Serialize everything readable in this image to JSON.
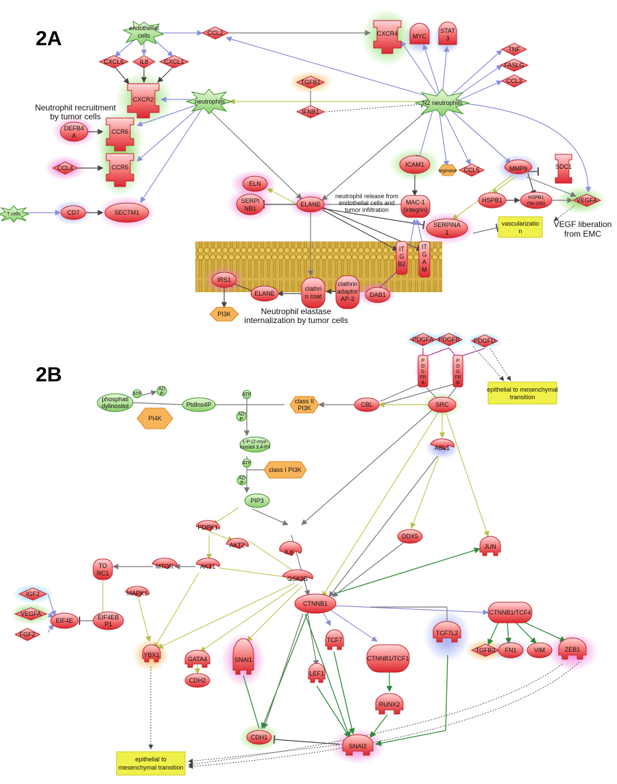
{
  "panels": {
    "a": "2A",
    "b": "2B"
  },
  "annotations": {
    "recruit_l1": "Neutrophil recruitment",
    "recruit_l2": "by tumor cells",
    "release_l1": "neutrophil release from",
    "release_l2": "endothelial cells and",
    "release_l3": "tumor infiltration",
    "vegf_l1": "VEGF liberation",
    "vegf_l2": "from EMC",
    "elastase_l1": "Neutrophil elastase",
    "elastase_l2": "internalization by tumor cells"
  },
  "nodes_a": {
    "endothelial_1": "endothelial",
    "endothelial_2": "cells",
    "ccl2": "CCL2",
    "cxcr4": "CXCR4",
    "myc": "MYC",
    "stat3_1": "STAT",
    "stat3_2": "3",
    "tnf": "TNF",
    "faslg": "FASLG",
    "ccl3": "CCL3",
    "cxcl6": "CXCL6",
    "il8": "IL8",
    "cxcl1": "CXCL1",
    "cxcr2": "CXCR2",
    "neutrophils": "neutrophils",
    "tgfb1": "TGFB1",
    "ifnb1": "IFNB1",
    "n2": "N2 neutrophils",
    "defb4_1": "DEFB4",
    "defb4_2": "A",
    "ccr6": "CCR6",
    "ccl4": "CCL4",
    "ccr5": "CCR5",
    "tcells": "T cells",
    "cd7": "CD7",
    "sectm1": "SECTM1",
    "eln": "ELN",
    "serpinb1_1": "SERPI",
    "serpinb1_2": "NB1",
    "elane": "ELANE",
    "icam1": "ICAM1",
    "mac1_1": "MAC-1",
    "mac1_2": "(integrin)",
    "arginase": "arginase",
    "ccl5": "CCL5",
    "mmp9": "MMP9",
    "sdc1": "SDC1",
    "hspb1": "HSPB1",
    "hspb1b_1": "HSPB1",
    "hspb1b_2": "(59-205)",
    "vegfa": "VEGFA",
    "serpina1_1": "SERPINA",
    "serpina1_2": "1",
    "vasc_1": "vascularizatio",
    "vasc_2": "n",
    "itgb2_1": "IT",
    "itgb2_2": "G",
    "itgb2_3": "B2",
    "itgam_1": "IT",
    "itgam_2": "G",
    "itgam_3": "A",
    "itgam_4": "M",
    "irs1": "IRS1",
    "elane2": "ELANE",
    "clathrin_1": "clathri",
    "clathrin_2": "n coat",
    "adaptor_1": "clathrin",
    "adaptor_2": "adaptor",
    "adaptor_3": "AP-2",
    "dab1": "DAB1",
    "pi3k": "PI3K"
  },
  "nodes_b": {
    "pdgfa": "PDGFA",
    "pdgfb": "PDGFB",
    "pdgfd": "PDGFD",
    "pdgfra_1": "P",
    "pdgfra_2": "D",
    "pdgfra_3": "G",
    "pdgfra_4": "FR",
    "pdgfra_5": "A",
    "pdgfrb_1": "P",
    "pdgfrb_2": "D",
    "pdgfrb_3": "G",
    "pdgfrb_4": "FR",
    "pdgfrb_5": "B",
    "emt_top_1": "epithelial to mesenchymal",
    "emt_top_2": "transition",
    "phos_1": "phosphati",
    "phos_2": "dylinositol",
    "atp1": "ATP",
    "adp1_1": "AD",
    "adp1_2": "P",
    "pi4k": "PI4K",
    "ptdins4p": "PtdIns4P",
    "atp2": "ATP",
    "adp2_1": "AD",
    "adp2_2": "P",
    "class2_1": "class II",
    "class2_2": "PI3K",
    "cbl": "CBL",
    "src": "SRC",
    "ins_1": "1-P-(2-myo-",
    "ins_2": "inositol 3,4-P3",
    "atp3": "ATP",
    "adp3_1": "AD",
    "adp3_2": "P",
    "class1": "class I PI3K",
    "pip3": "PIP3",
    "abl1": "ABL1",
    "pdpk1": "PDPK1",
    "akt2": "AKT2",
    "ilk": "ILK",
    "ddx5": "DDX5",
    "jun": "JUN",
    "torc1_1": "TO",
    "torc1_2": "RC1",
    "mtor": "MTOR",
    "akt1": "AKT1",
    "gsk3b": "GSK3B",
    "igf2": "IGF2",
    "mapk1": "MAPK1",
    "vegfa": "VEGFA",
    "eif4e": "EIF4E",
    "eif4ebp1_1": "EIF4EB",
    "eif4ebp1_2": "P1",
    "fgf2": "FGF2",
    "ctnnb1": "CTNNB1",
    "ctnnb1tcf4": "CTNNB1/TCF4",
    "tcf7l2": "TCF7L2",
    "ybx1": "YBX1",
    "gata4": "GATA4",
    "snai1": "SNAI1",
    "tcf7": "TCF7",
    "ctnnb1tcf1": "CTNNB1/TCF1",
    "lef1": "LEF1",
    "tgfb3": "TGFB3",
    "fn1": "FN1",
    "vim": "VIM",
    "zeb1": "ZEB1",
    "cdh2": "CDH2",
    "runx2": "RUNX2",
    "cdh1": "CDH1",
    "snai2": "SNAI2",
    "emt_bot_1": "epithelial to",
    "emt_bot_2": "mesenchymal transition"
  }
}
